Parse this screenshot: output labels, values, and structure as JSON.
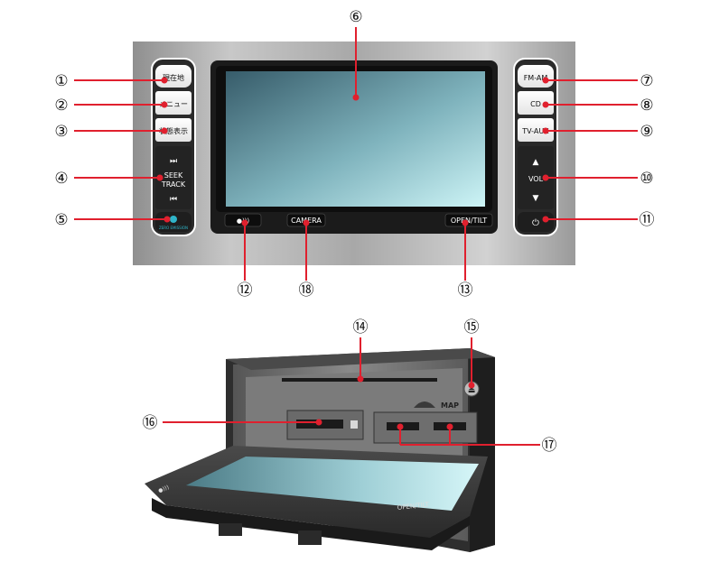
{
  "front_panel": {
    "left_buttons": [
      {
        "number": "①",
        "label": "現在地"
      },
      {
        "number": "②",
        "label": "メニュー"
      },
      {
        "number": "③",
        "label": "状態表示"
      }
    ],
    "seek_track": {
      "number": "④",
      "label_line1": "SEEK",
      "label_line2": "TRACK",
      "next_glyph": "⏭",
      "prev_glyph": "⏮"
    },
    "eco_button": {
      "number": "⑤",
      "label": "ZERO EMISSION"
    },
    "screen": {
      "number": "⑥"
    },
    "right_buttons": [
      {
        "number": "⑦",
        "label": "FM-AM"
      },
      {
        "number": "⑧",
        "label": "CD"
      },
      {
        "number": "⑨",
        "label": "TV-AUX"
      }
    ],
    "vol": {
      "number": "⑩",
      "label": "VOL",
      "up_glyph": "▲",
      "down_glyph": "▼"
    },
    "power": {
      "number": "⑪",
      "glyph": "⏻"
    },
    "bottom_buttons": [
      {
        "number": "⑫",
        "label": "●)))"
      },
      {
        "number": "⑱",
        "label": "CAMERA"
      },
      {
        "number": "⑬",
        "label": "OPEN/TILT"
      }
    ]
  },
  "open_view": {
    "disc_slot": {
      "number": "⑭"
    },
    "eject": {
      "number": "⑮",
      "glyph": "⏏"
    },
    "card_slot": {
      "number": "⑯"
    },
    "map_slots": {
      "number": "⑰",
      "label": "MAP"
    },
    "tilt_label": "OPEN/TILT",
    "bt_label": "●)))"
  },
  "colors": {
    "callout_line": "#e0202e",
    "bezel": "#1b1b1b",
    "screen_top": "#3c6472",
    "screen_bottom": "#b8e9ee",
    "panel_bg": "#a6a6a6"
  }
}
